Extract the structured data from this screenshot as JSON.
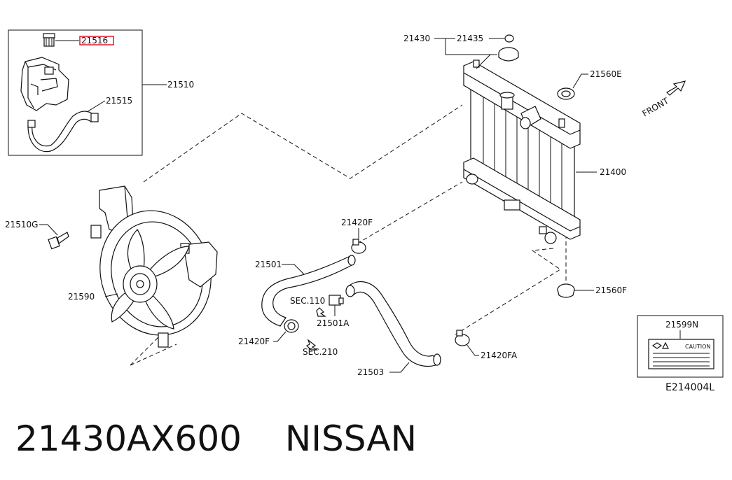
{
  "labels": {
    "p21516": "21516",
    "p21510": "21510",
    "p21515": "21515",
    "p21510g": "21510G",
    "p21590": "21590",
    "p21430": "21430",
    "p21435": "21435",
    "p21560e": "21560E",
    "p21400": "21400",
    "p21420f_top": "21420F",
    "p21501": "21501",
    "sec110": "SEC.110",
    "p21501a": "21501A",
    "p21420f_bottom": "21420F",
    "sec210": "SEC.210",
    "p21503": "21503",
    "p21420fa": "21420FA",
    "p21560f": "21560F",
    "p21599n": "21599N",
    "caution": "CAUTION",
    "front": "FRONT",
    "diagram_code": "E214004L"
  },
  "footer": {
    "part_number": "21430AX600",
    "brand": "NISSAN"
  },
  "colors": {
    "line": "#111111",
    "highlight": "#e0182d",
    "background": "#ffffff"
  }
}
